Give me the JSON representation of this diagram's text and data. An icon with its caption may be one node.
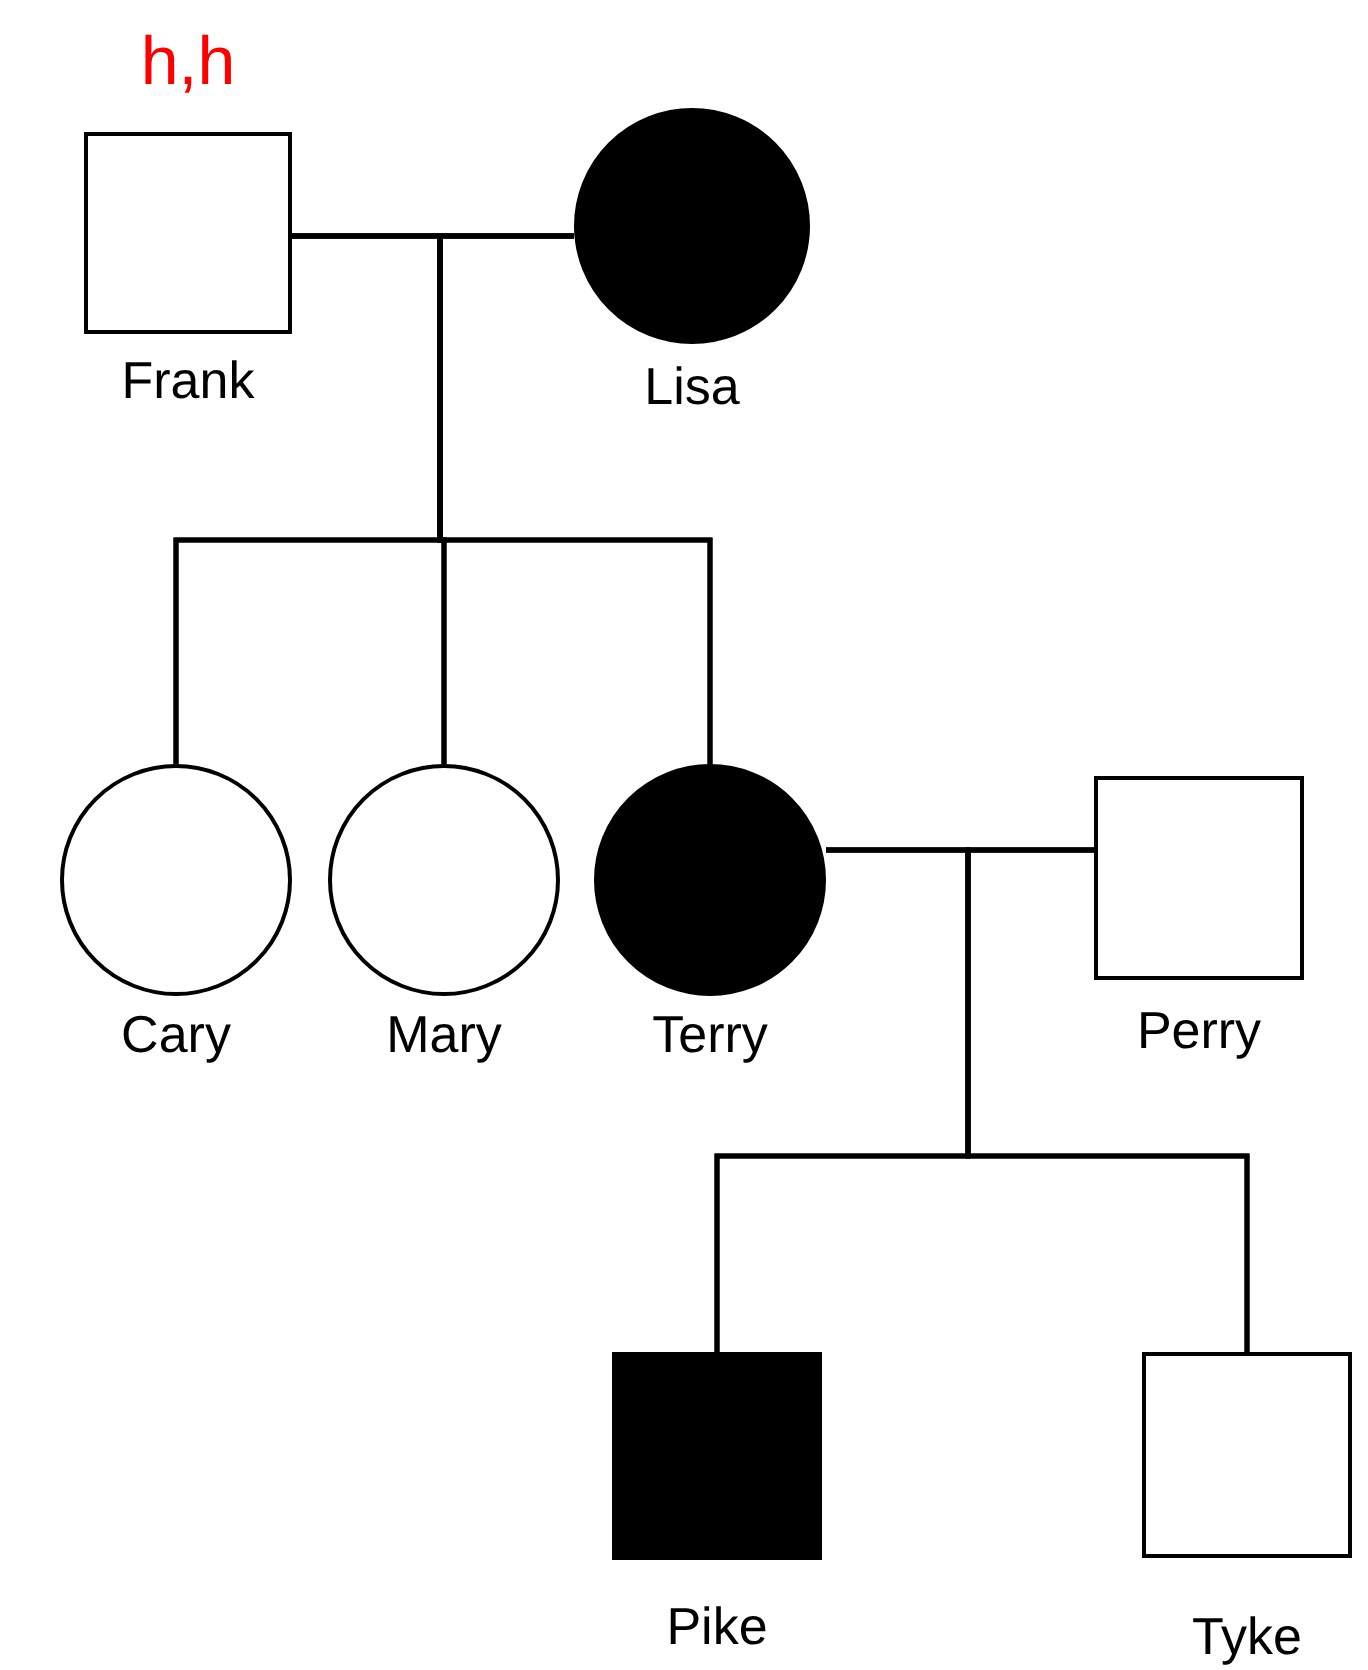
{
  "diagram": {
    "nodes": [
      {
        "text": [],
        "shape": "box",
        "beside": [
          "h,h",
          "Frank"
        ]
      },
      {
        "text": [],
        "shape": "circle",
        "beside": [
          "Lisa"
        ]
      },
      {
        "text": [],
        "shape": "circle",
        "beside": [
          "Cary"
        ]
      },
      {
        "text": [],
        "shape": "circle",
        "beside": [
          "Mary"
        ]
      },
      {
        "text": [],
        "shape": "circle",
        "beside": [
          "Terry"
        ]
      },
      {
        "text": [],
        "shape": "box",
        "beside": [
          "Perry"
        ]
      },
      {
        "text": [],
        "shape": "box",
        "beside": [
          "Pike"
        ]
      },
      {
        "text": [],
        "shape": "box",
        "beside": [
          "Tyke"
        ]
      }
    ],
    "edges": [
      {
        "from": 0,
        "to": 1,
        "arrow": "none"
      },
      {
        "from": 0,
        "to": 2,
        "arrow": "none"
      },
      {
        "from": 0,
        "to": 3,
        "arrow": "none"
      },
      {
        "from": 0,
        "to": 4,
        "arrow": "none"
      },
      {
        "from": 1,
        "to": 2,
        "arrow": "none"
      },
      {
        "from": 1,
        "to": 3,
        "arrow": "none"
      },
      {
        "from": 1,
        "to": 4,
        "arrow": "none"
      },
      {
        "from": 4,
        "to": 5,
        "arrow": "none"
      },
      {
        "from": 4,
        "to": 6,
        "arrow": "none"
      },
      {
        "from": 4,
        "to": 7,
        "arrow": "none"
      },
      {
        "from": 5,
        "to": 6,
        "arrow": "none"
      },
      {
        "from": 5,
        "to": 7,
        "arrow": "none"
      }
    ]
  }
}
